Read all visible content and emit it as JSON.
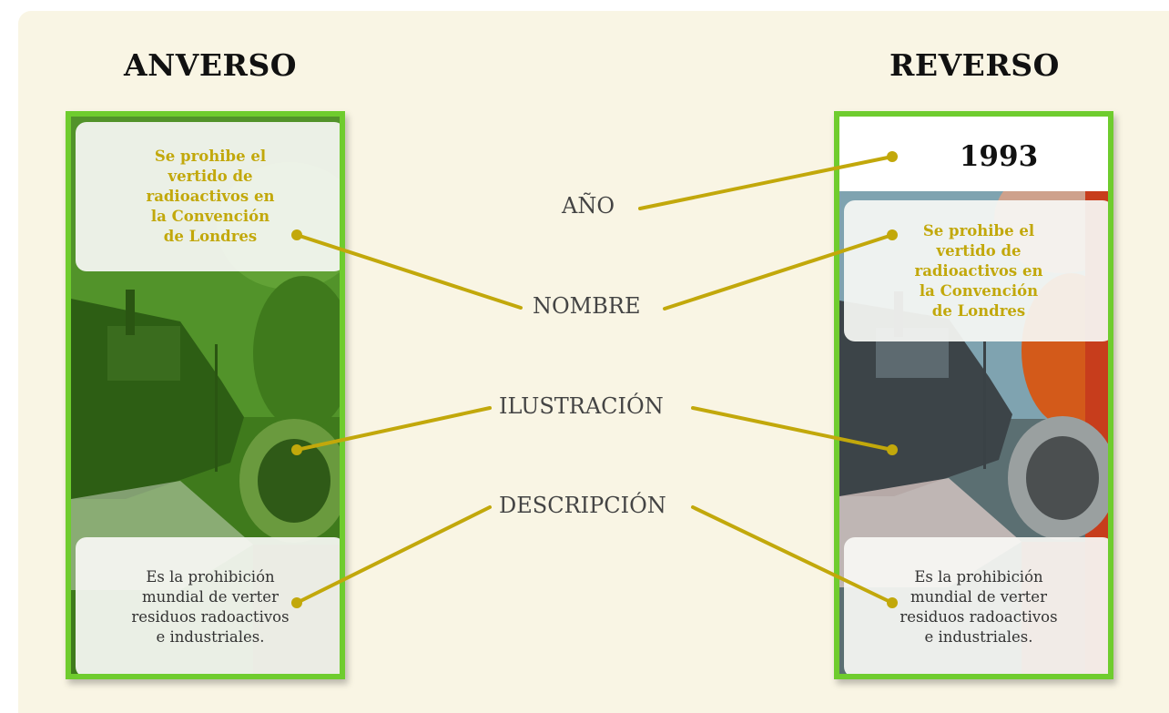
{
  "headings": {
    "front": "ANVERSO",
    "back": "REVERSO"
  },
  "year": "1993",
  "card_name": "Se prohibe el vertido de radioactivos en la Convención de Londres",
  "card_description": "Es la prohibición mundial de verter residuos radoactivos e industriales.",
  "labels": {
    "year": "AÑO",
    "name": "NOMBRE",
    "illustration": "ILUSTRACIÓN",
    "description": "DESCRIPCIÓN"
  },
  "colors": {
    "background": "#f9f5e4",
    "card_border": "#6fcc2e",
    "connector": "#c2a80b",
    "title_text": "#c2a80b"
  }
}
